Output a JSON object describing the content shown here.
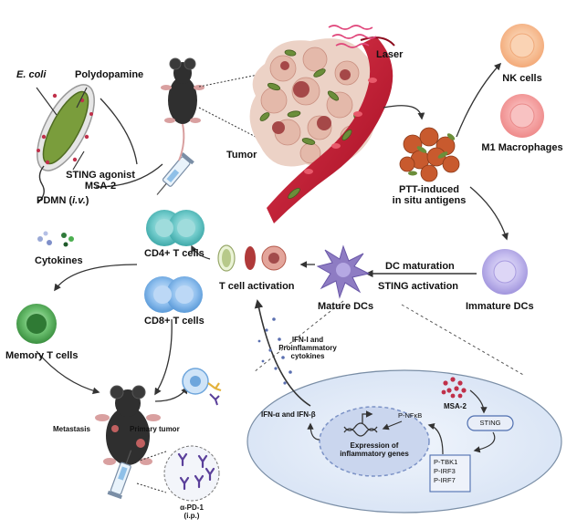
{
  "labels": {
    "ecoli": "E. coli",
    "polydopamine": "Polydopamine",
    "sting_agonist_line1": "STING agonist",
    "sting_agonist_line2": "MSA-2",
    "pdmn_main": "PDMN (",
    "pdmn_iv": "i.v.",
    "pdmn_close": ")",
    "tumor": "Tumor",
    "laser": "Laser",
    "nk_cells": "NK cells",
    "m1_macrophages": "M1 Macrophages",
    "ptt_line1": "PTT-induced",
    "ptt_line2": "in situ antigens",
    "cd4": "CD4+ T cells",
    "cd8": "CD8+ T cells",
    "cytokines": "Cytokines",
    "memory_t": "Memory T cells",
    "t_activation": "T cell activation",
    "dc_maturation": "DC maturation",
    "sting_activation": "STING activation",
    "mature_dcs": "Mature DCs",
    "immature_dcs": "Immature DCs",
    "ifn_note_line1": "IFN-I and",
    "ifn_note_line2": "Proinflammatory",
    "ifn_note_line3": "cytokines",
    "ifn_ab": "IFN-α and IFN-β",
    "p_nfkb": "P-NFκB",
    "msa2": "MSA-2",
    "sting": "STING",
    "p_tbk1": "P-TBK1",
    "p_irf3": "P-IRF3",
    "p_irf7": "P-IRF7",
    "expr_line1": "Expression of",
    "expr_line2": "inflammatory genes",
    "metastasis": "Metastasis",
    "primary_tumor": "Primary tumor",
    "apd1": "α-PD-1",
    "ip": "i.p."
  },
  "colors": {
    "vessel": "#c8102e",
    "tumor_mass": "#e8c4b8",
    "tumor_cell": "#b85a5a",
    "bacteria": "#6b8e3a",
    "bacteria_coat": "#c8c8c8",
    "nk": "#f5b98c",
    "m1": "#f29c9c",
    "cd4": "#5ec2c2",
    "cd8": "#7eb4e8",
    "memory_t": "#4caf50",
    "dc_mature": "#8e7cc3",
    "dc_immature": "#b3a9e0",
    "cell_interior": "#dfe9f7",
    "nucleus": "#cfd8ec",
    "mouse": "#333333",
    "arrow": "#333333",
    "msa2_dots": "#c0304a"
  },
  "icons": [
    "mouse-icon",
    "syringe-icon",
    "laser-icon",
    "bacterium-icon",
    "antibody-icon",
    "dna-icon"
  ]
}
